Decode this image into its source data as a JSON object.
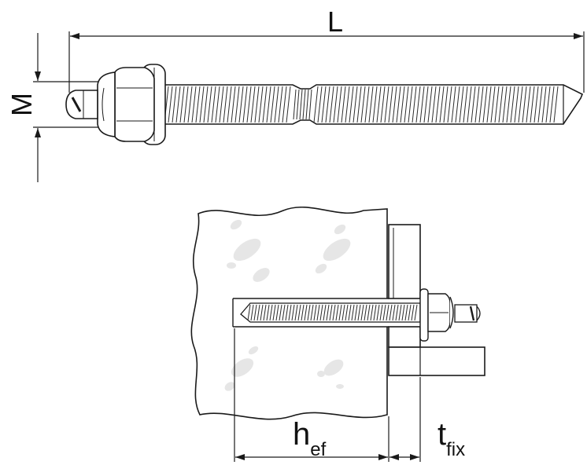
{
  "labels": {
    "length": "L",
    "diameter": "M",
    "embedment_main": "h",
    "embedment_sub": "ef",
    "fixture_main": "t",
    "fixture_sub": "fix"
  },
  "colors": {
    "line": "#1a1a1a",
    "thread": "#2b2b2b",
    "metal": "#ffffff",
    "concrete": "#ffffff",
    "aggregate": "#e6e6e6",
    "background": "#ffffff"
  }
}
